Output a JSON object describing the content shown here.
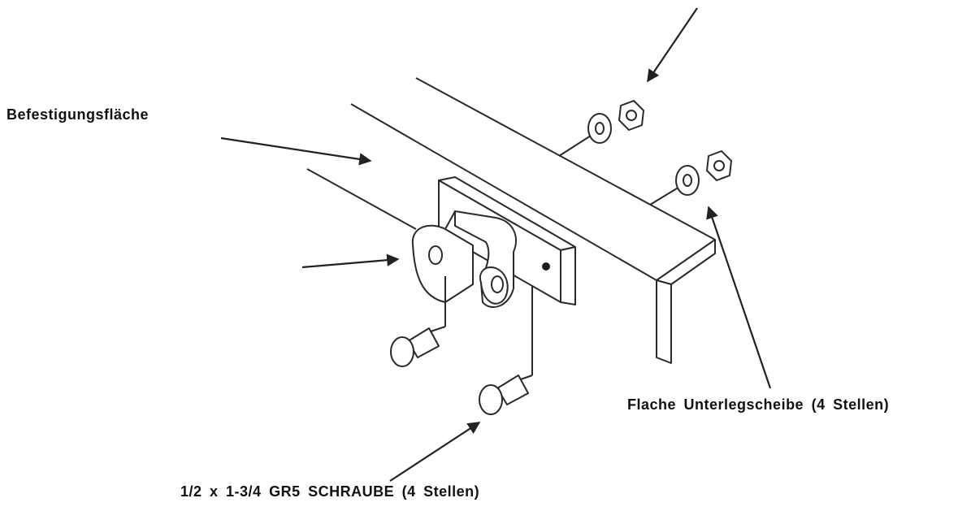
{
  "labels": {
    "mounting_surface": "Befestigungsfläche",
    "flat_washer": "Flache Unterlegscheibe (4 Stellen)",
    "bolt": "1/2 x 1-3/4 GR5 SCHRAUBE (4 Stellen)"
  },
  "colors": {
    "line": "#2a2a2a",
    "background": "#ffffff"
  }
}
